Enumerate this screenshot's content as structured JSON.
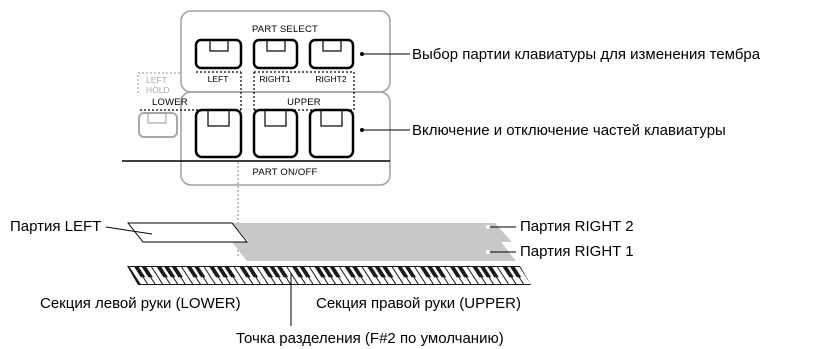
{
  "panel": {
    "part_select_title": "PART SELECT",
    "part_on_off_title": "PART ON/OFF",
    "left_hold_label_line1": "LEFT",
    "left_hold_label_line2": "HOLD",
    "lower_label": "LOWER",
    "upper_label": "UPPER",
    "select_buttons": [
      {
        "label": "LEFT"
      },
      {
        "label": "RIGHT1"
      },
      {
        "label": "RIGHT2"
      }
    ]
  },
  "callouts": {
    "part_select": "Выбор партии клавиатуры для изменения тембра",
    "part_on_off": "Включение и отключение частей клавиатуры",
    "part_left": "Партия LEFT",
    "part_right2": "Партия RIGHT 2",
    "part_right1": "Партия RIGHT 1",
    "lower_section": "Секция левой руки (LOWER)",
    "upper_section": "Секция правой руки (UPPER)",
    "split_point": "Точка разделения (F#2 по умолчанию)"
  },
  "colors": {
    "panel_border": "#a0a0a0",
    "button_border": "#000000",
    "layer_gray": "#c8c8c8",
    "left_hold_gray": "#a8a8a8"
  }
}
